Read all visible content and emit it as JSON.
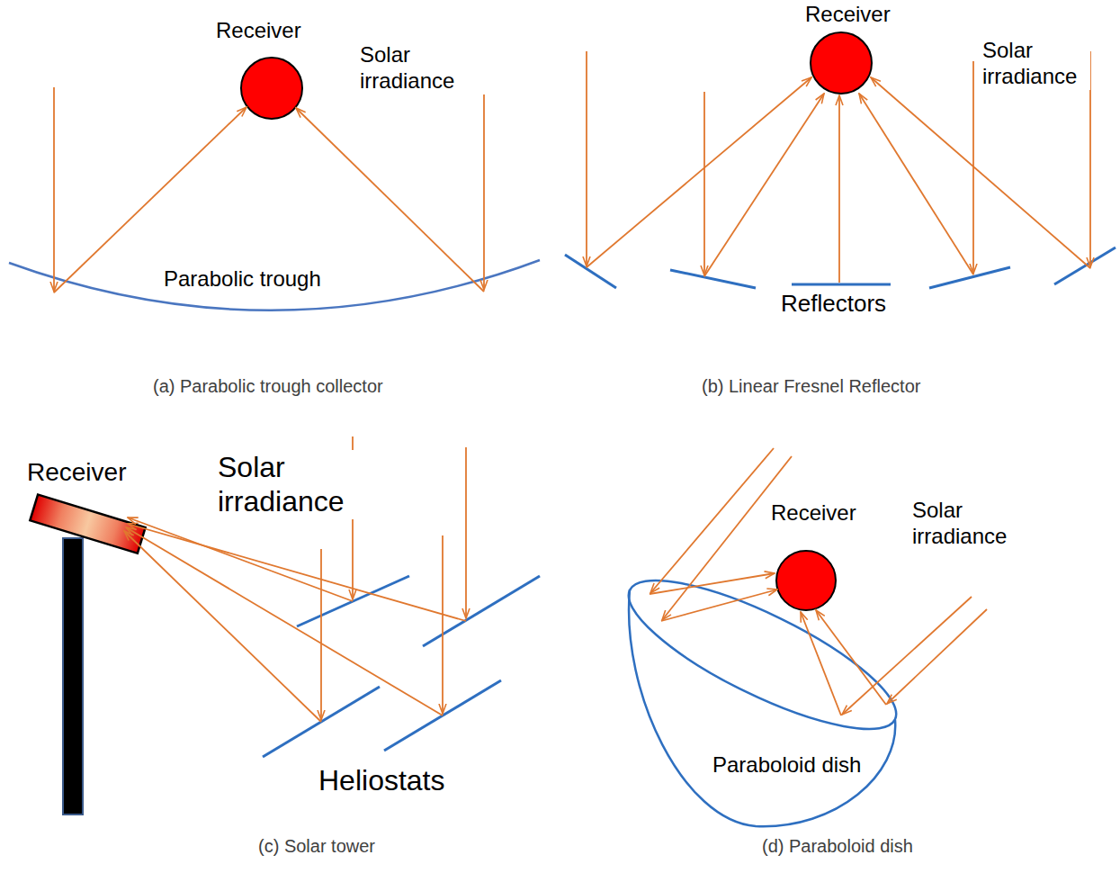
{
  "diagram": {
    "labels": [
      "Receiver",
      "Solar irradiance",
      "Parabolic trough",
      "(a) Parabolic trough collector",
      "Receiver",
      "Solar irradiance",
      "Reflectors",
      "(b) Linear Fresnel Reflector",
      "Receiver",
      "Solar irradiance",
      "Heliostats",
      "(c) Solar tower",
      "Receiver",
      "Solar irradiance",
      "Paraboloid dish",
      "(d) Paraboloid dish"
    ]
  }
}
